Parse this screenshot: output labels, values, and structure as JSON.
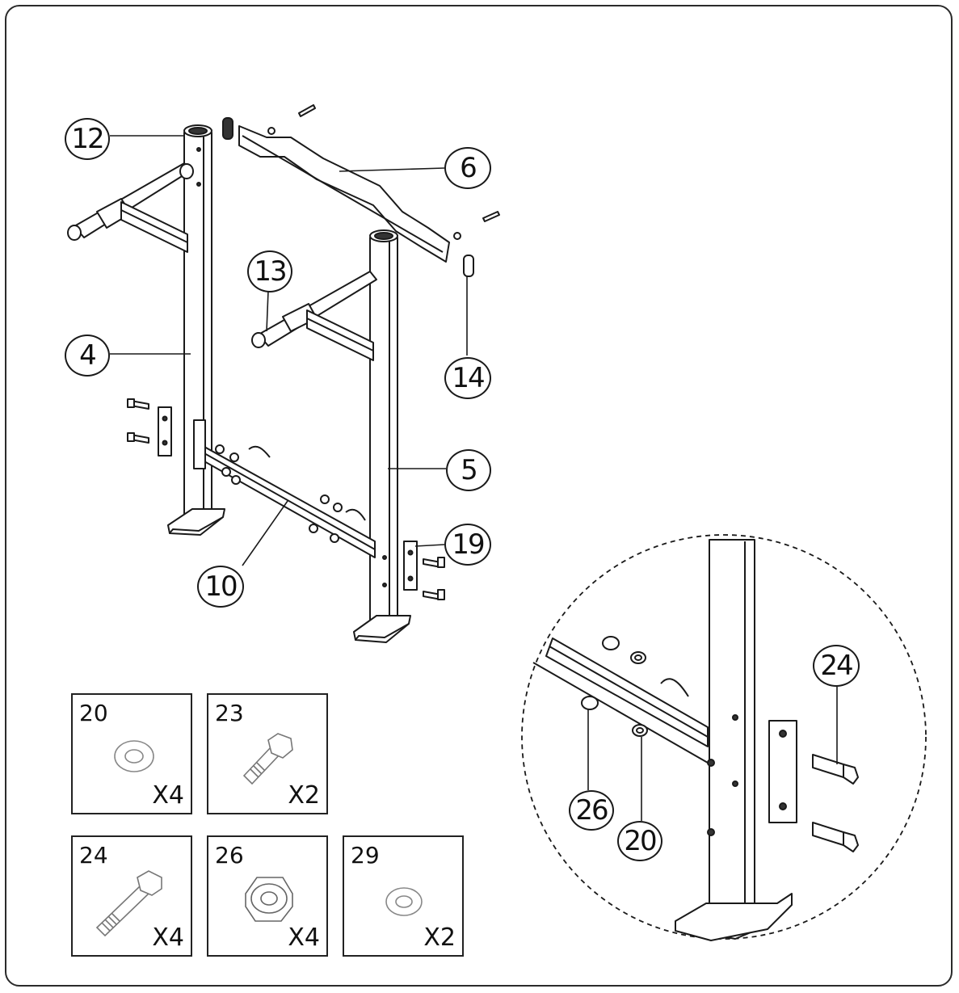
{
  "callouts": {
    "c12": "12",
    "c6": "6",
    "c13": "13",
    "c4": "4",
    "c14": "14",
    "c5": "5",
    "c19": "19",
    "c10": "10",
    "c24": "24",
    "c26": "26",
    "c20": "20"
  },
  "hardware": [
    {
      "part": "20",
      "qty": "X4",
      "icon": "washer-icon"
    },
    {
      "part": "23",
      "qty": "X2",
      "icon": "short-bolt-icon"
    },
    {
      "part": "24",
      "qty": "X4",
      "icon": "long-bolt-icon"
    },
    {
      "part": "26",
      "qty": "X4",
      "icon": "nut-icon"
    },
    {
      "part": "29",
      "qty": "X2",
      "icon": "washer-icon"
    }
  ]
}
